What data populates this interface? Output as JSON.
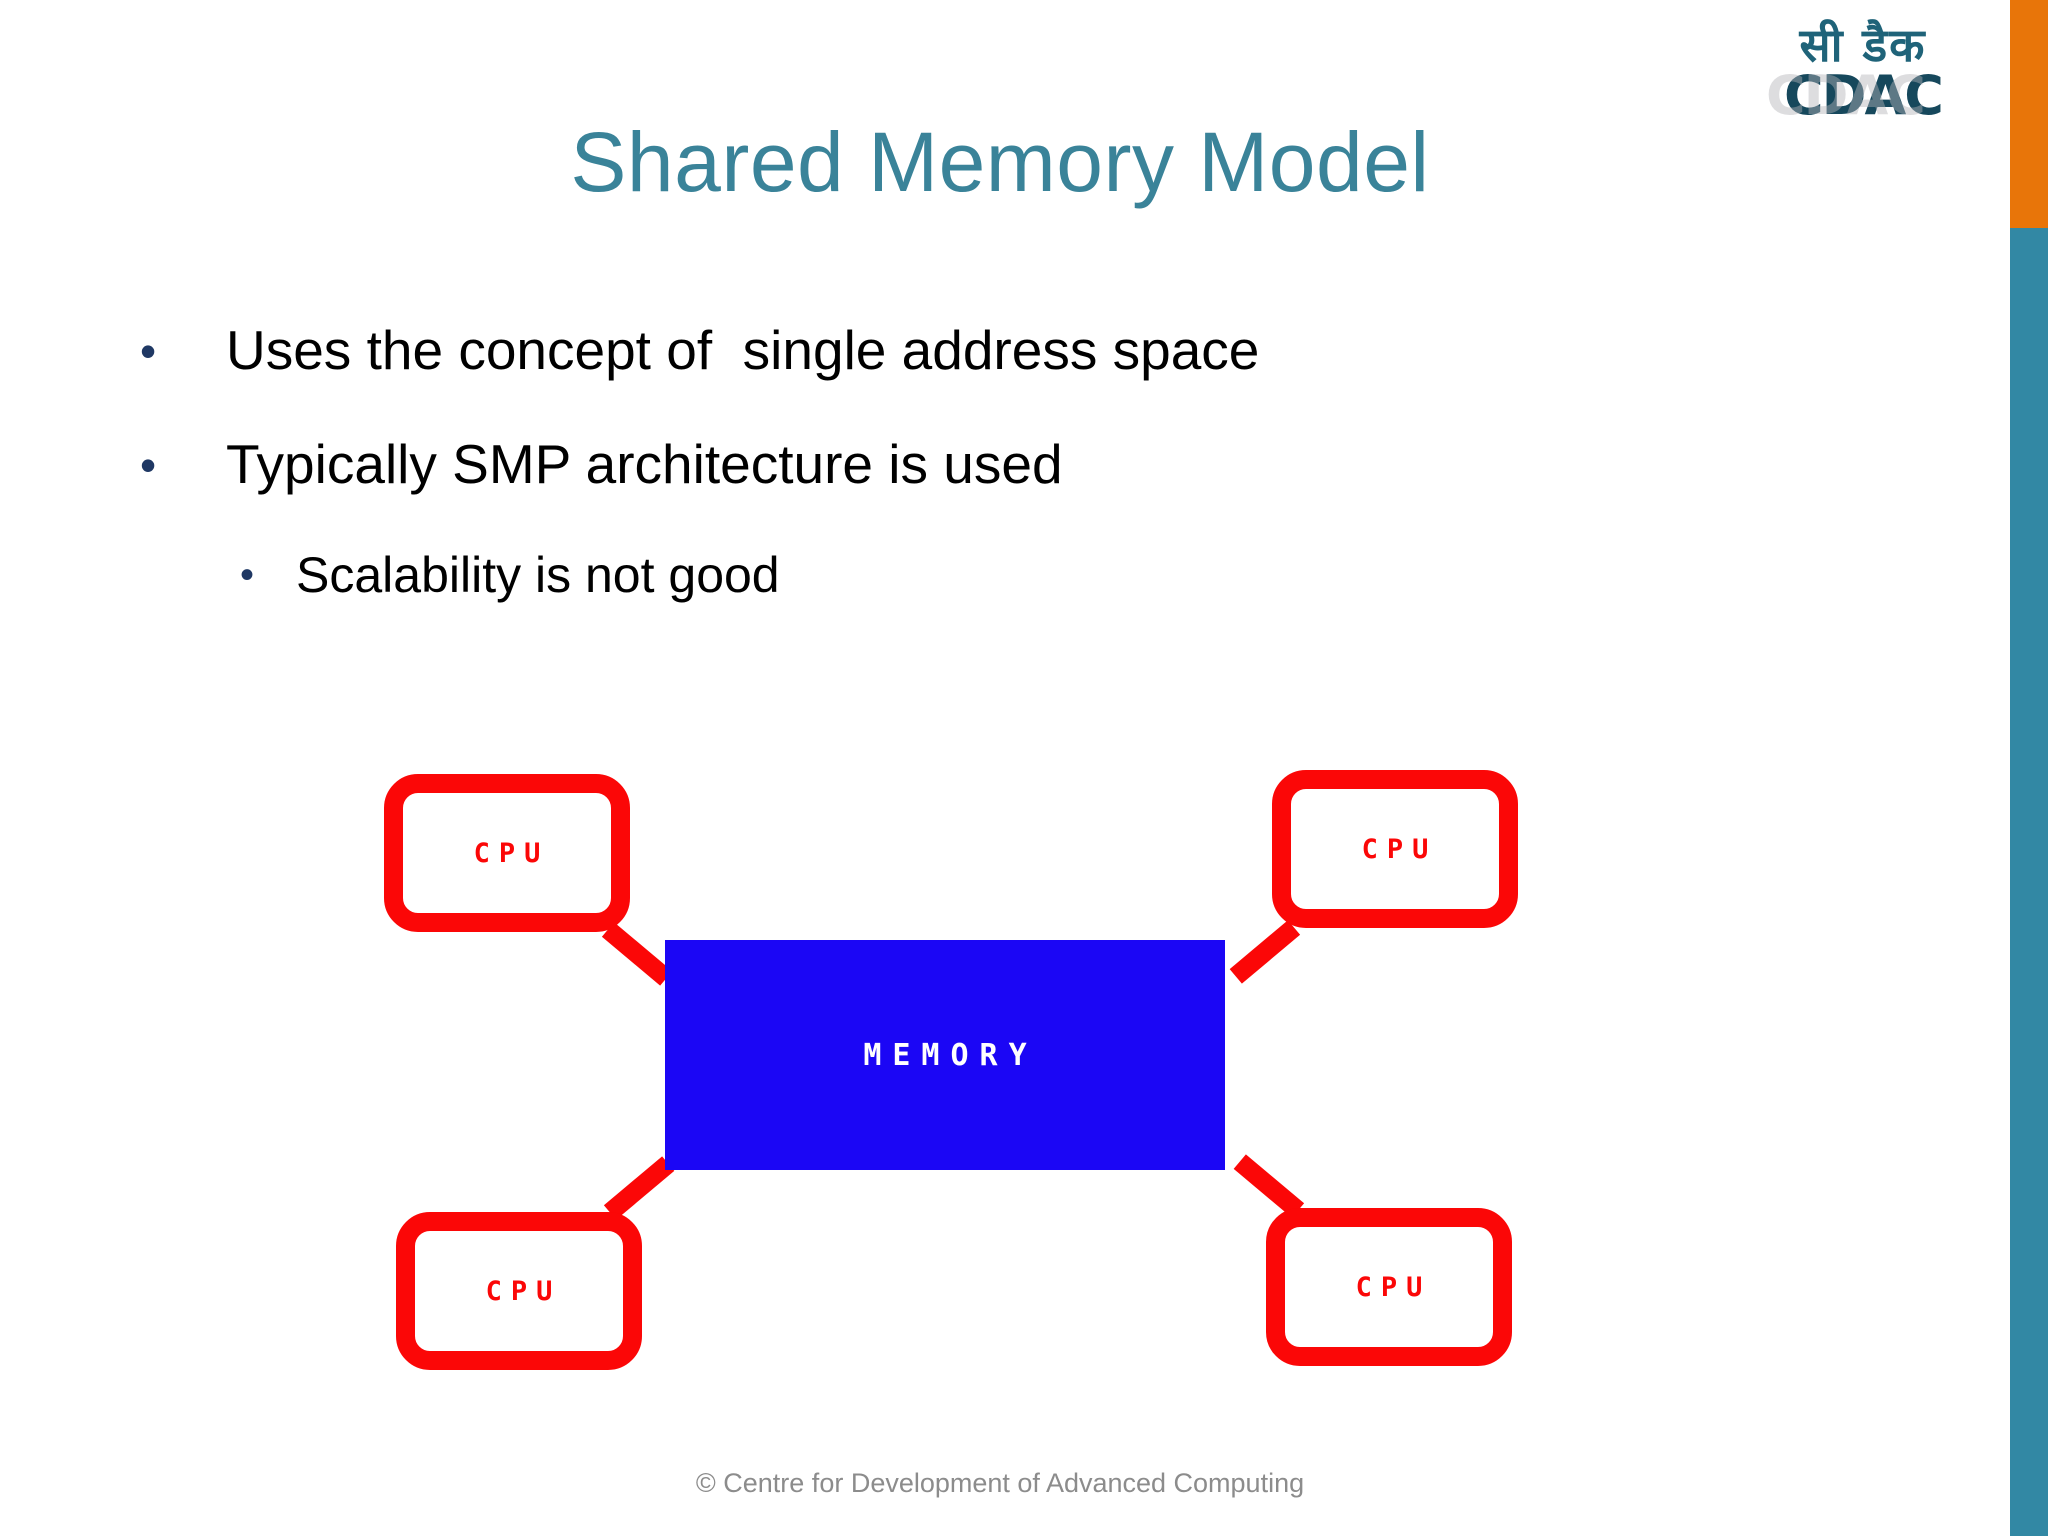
{
  "slide": {
    "title": "Shared Memory Model",
    "title_color": "#3A8399",
    "background": "#ffffff"
  },
  "logo": {
    "hindi_text": "सी डैक",
    "latin_text": "CDAC",
    "color": "#1F5F77"
  },
  "edge": {
    "orange": "#E87509",
    "teal": "#3288A4"
  },
  "bullets": [
    {
      "level": 1,
      "marker": "•",
      "text": "Uses the concept of  single address space"
    },
    {
      "level": 1,
      "marker": "•",
      "text": "Typically SMP architecture is used"
    },
    {
      "level": 2,
      "marker": "•",
      "text": "Scalability is not good"
    }
  ],
  "diagram": {
    "memory_label": "MEMORY",
    "memory_color": "#1B06F5",
    "cpu_color": "#FB0707",
    "cpus": [
      {
        "position": "top-left",
        "label": "CPU"
      },
      {
        "position": "top-right",
        "label": "CPU"
      },
      {
        "position": "bottom-left",
        "label": "CPU"
      },
      {
        "position": "bottom-right",
        "label": "CPU"
      }
    ]
  },
  "footer": {
    "text": "© Centre for Development of Advanced Computing",
    "color": "#8C8C8C"
  }
}
